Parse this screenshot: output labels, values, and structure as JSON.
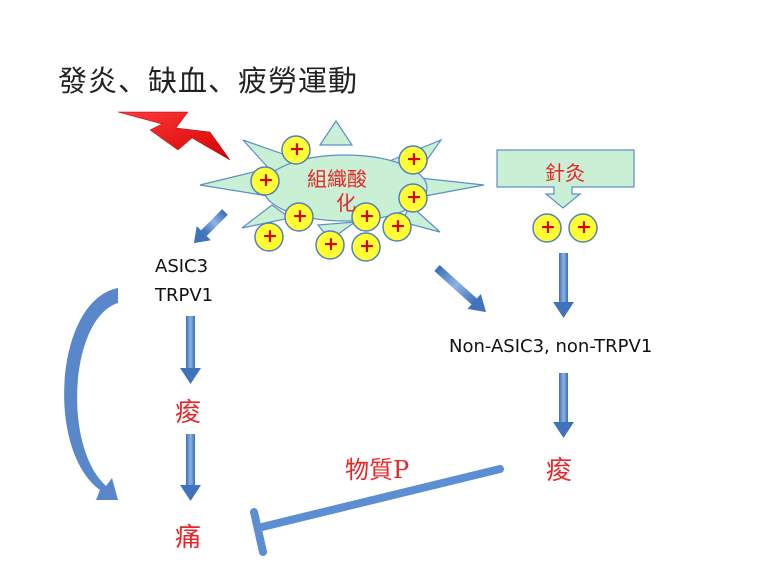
{
  "title": "發炎、缺血、疲勞運動",
  "center_label_line1": "組織酸",
  "center_label_line2": "化",
  "acupuncture_label": "針灸",
  "plus_symbol": "+",
  "left_receptors_line1": "ASIC3",
  "left_receptors_line2": "TRPV1",
  "right_receptors": "Non-ASIC3, non-TRPV1",
  "left_soreness": "痠",
  "left_pain": "痛",
  "right_soreness": "痠",
  "substance_p": "物質P",
  "colors": {
    "arrow_blue": "#4f81c7",
    "label_red": "#e8262a",
    "cell_fill": "#c9f0d4",
    "cell_stroke": "#5b8fc7",
    "ion_fill": "#ffff33",
    "ion_stroke": "#4f81bd",
    "lightning_red": "#ff1a1a"
  }
}
